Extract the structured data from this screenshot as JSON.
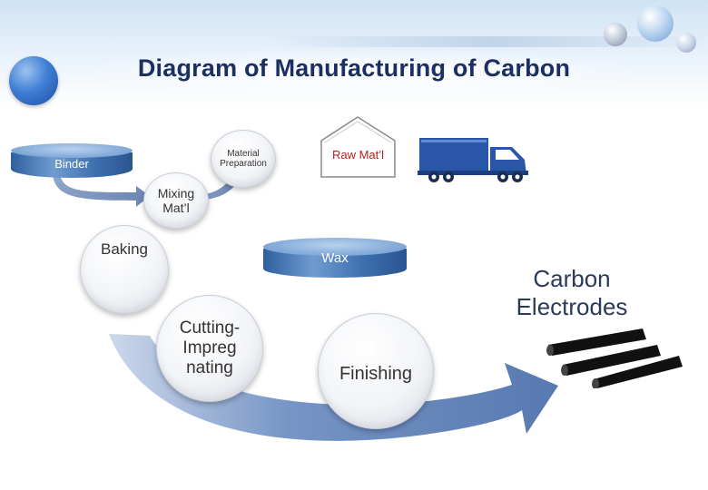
{
  "title": "Diagram of Manufacturing of Carbon",
  "nodes": {
    "binder": "Binder",
    "material_preparation": [
      "Material",
      "Preparation"
    ],
    "raw_material": "Raw Mat’l",
    "mixing": [
      "Mixing",
      "Mat’l"
    ],
    "wax": "Wax",
    "baking": "Baking",
    "cutting_impregnating": [
      "Cutting-",
      "Impreg",
      "nating"
    ],
    "finishing": "Finishing"
  },
  "product": {
    "label": [
      "Carbon",
      "Electrodes"
    ]
  },
  "colors": {
    "title": "#1b2f63",
    "flow_blue": "#4a6fae",
    "raw_material_text": "#b22222",
    "truck": "#2a56a8"
  },
  "icons": [
    "truck-icon",
    "house-icon",
    "carbon-rod-icon"
  ]
}
